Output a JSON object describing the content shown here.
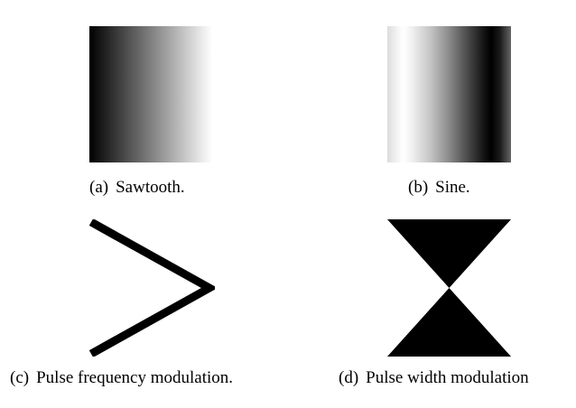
{
  "panels": [
    {
      "tag": "(a)",
      "caption": "Sawtooth.",
      "pattern": "horizontal-gradient-black-to-white"
    },
    {
      "tag": "(b)",
      "caption": "Sine.",
      "pattern": "sinusoidal-gradient"
    },
    {
      "tag": "(c)",
      "caption": "Pulse frequency modulation.",
      "pattern": "chevron-line"
    },
    {
      "tag": "(d)",
      "caption": "Pulse width modulation",
      "pattern": "hourglass-triangles"
    }
  ],
  "colors": {
    "foreground": "#000000",
    "background": "#ffffff"
  }
}
